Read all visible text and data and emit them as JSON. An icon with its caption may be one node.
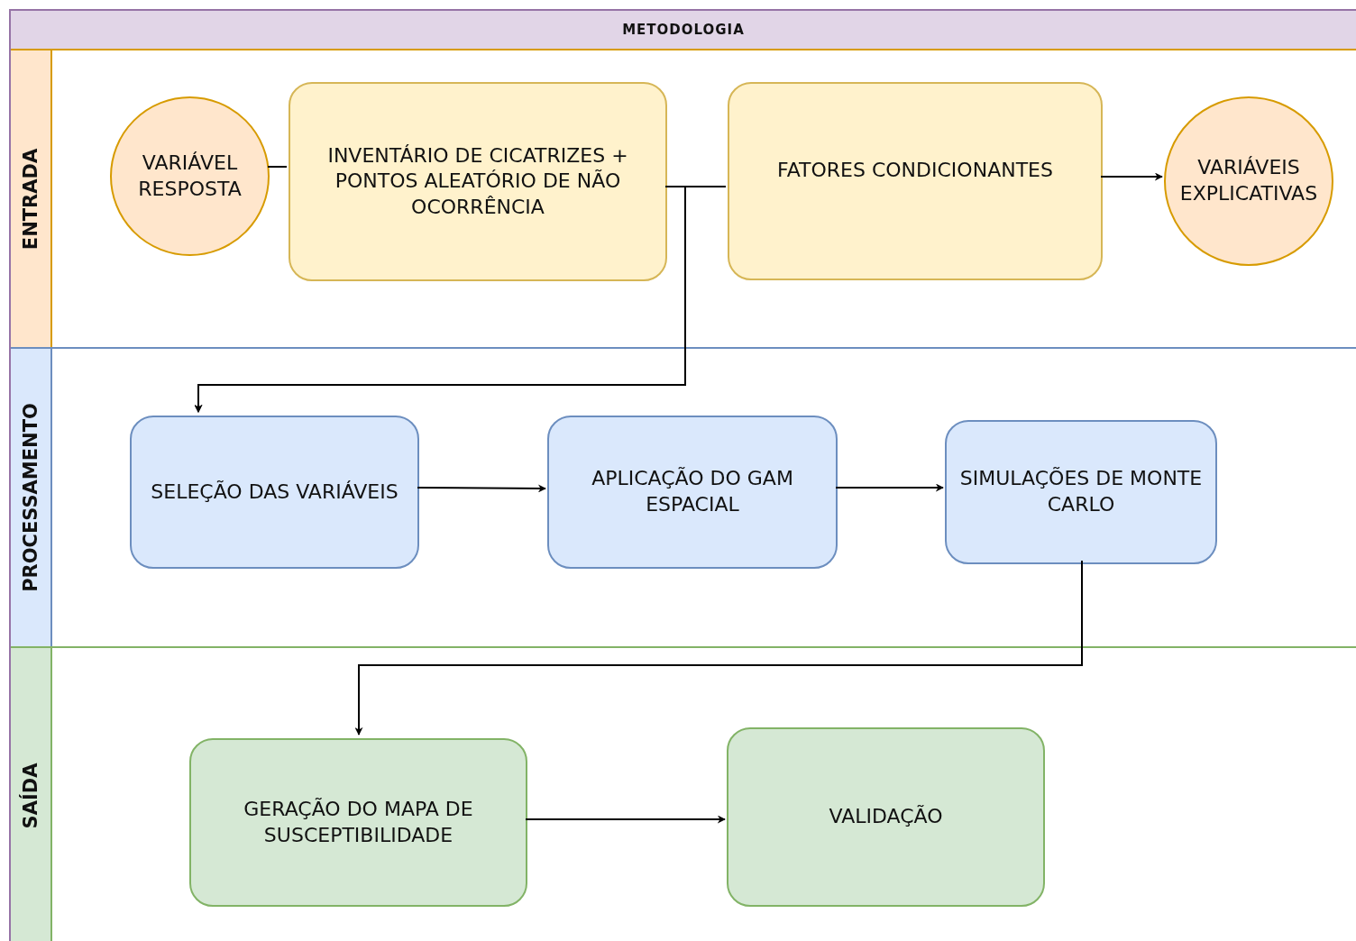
{
  "diagram": {
    "nodes": [
      {
        "text": [
          "METODOLOGIA"
        ]
      },
      {
        "text": [
          "ENTRADA"
        ],
        "in": 0
      },
      {
        "text": [
          "PROCESSAMENTO"
        ],
        "in": 0
      },
      {
        "text": [
          "SAÍDA"
        ],
        "in": 0
      },
      {
        "text": [
          "VARIÁVEL RESPOSTA"
        ],
        "in": 1
      },
      {
        "text": [
          "INVENTÁRIO DE CICATRIZES + PONTOS ALEATÓRIO DE NÃO OCORRÊNCIA"
        ],
        "in": 1
      },
      {
        "text": [
          "FATORES CONDICIONANTES"
        ],
        "in": 1
      },
      {
        "text": [
          "VARIÁVEIS EXPLICATIVAS"
        ],
        "in": 1
      },
      {
        "text": [
          "SELEÇÃO DAS VARIÁVEIS"
        ],
        "in": 2
      },
      {
        "text": [
          "APLICAÇÃO DO GAM ESPACIAL"
        ],
        "in": 2
      },
      {
        "text": [
          "SIMULAÇÕES DE MONTE CARLO"
        ],
        "in": 2
      },
      {
        "text": [
          "GERAÇÃO DO MAPA DE SUSCEPTIBILIDADE"
        ],
        "in": 3
      },
      {
        "text": [
          "VALIDAÇÃO"
        ],
        "in": 3
      }
    ],
    "edges": [
      {
        "from": 4,
        "to": 5,
        "arrow": "none"
      },
      {
        "from": 5,
        "to": 6,
        "arrow": "none"
      },
      {
        "from": 5,
        "to": 8,
        "arrow": "to"
      },
      {
        "from": 6,
        "to": 8,
        "arrow": "to"
      },
      {
        "from": 6,
        "to": 7,
        "arrow": "to"
      },
      {
        "from": 8,
        "to": 9,
        "arrow": "to"
      },
      {
        "from": 9,
        "to": 10,
        "arrow": "to"
      },
      {
        "from": 10,
        "to": 11,
        "arrow": "to"
      },
      {
        "from": 11,
        "to": 12,
        "arrow": "to"
      }
    ]
  }
}
